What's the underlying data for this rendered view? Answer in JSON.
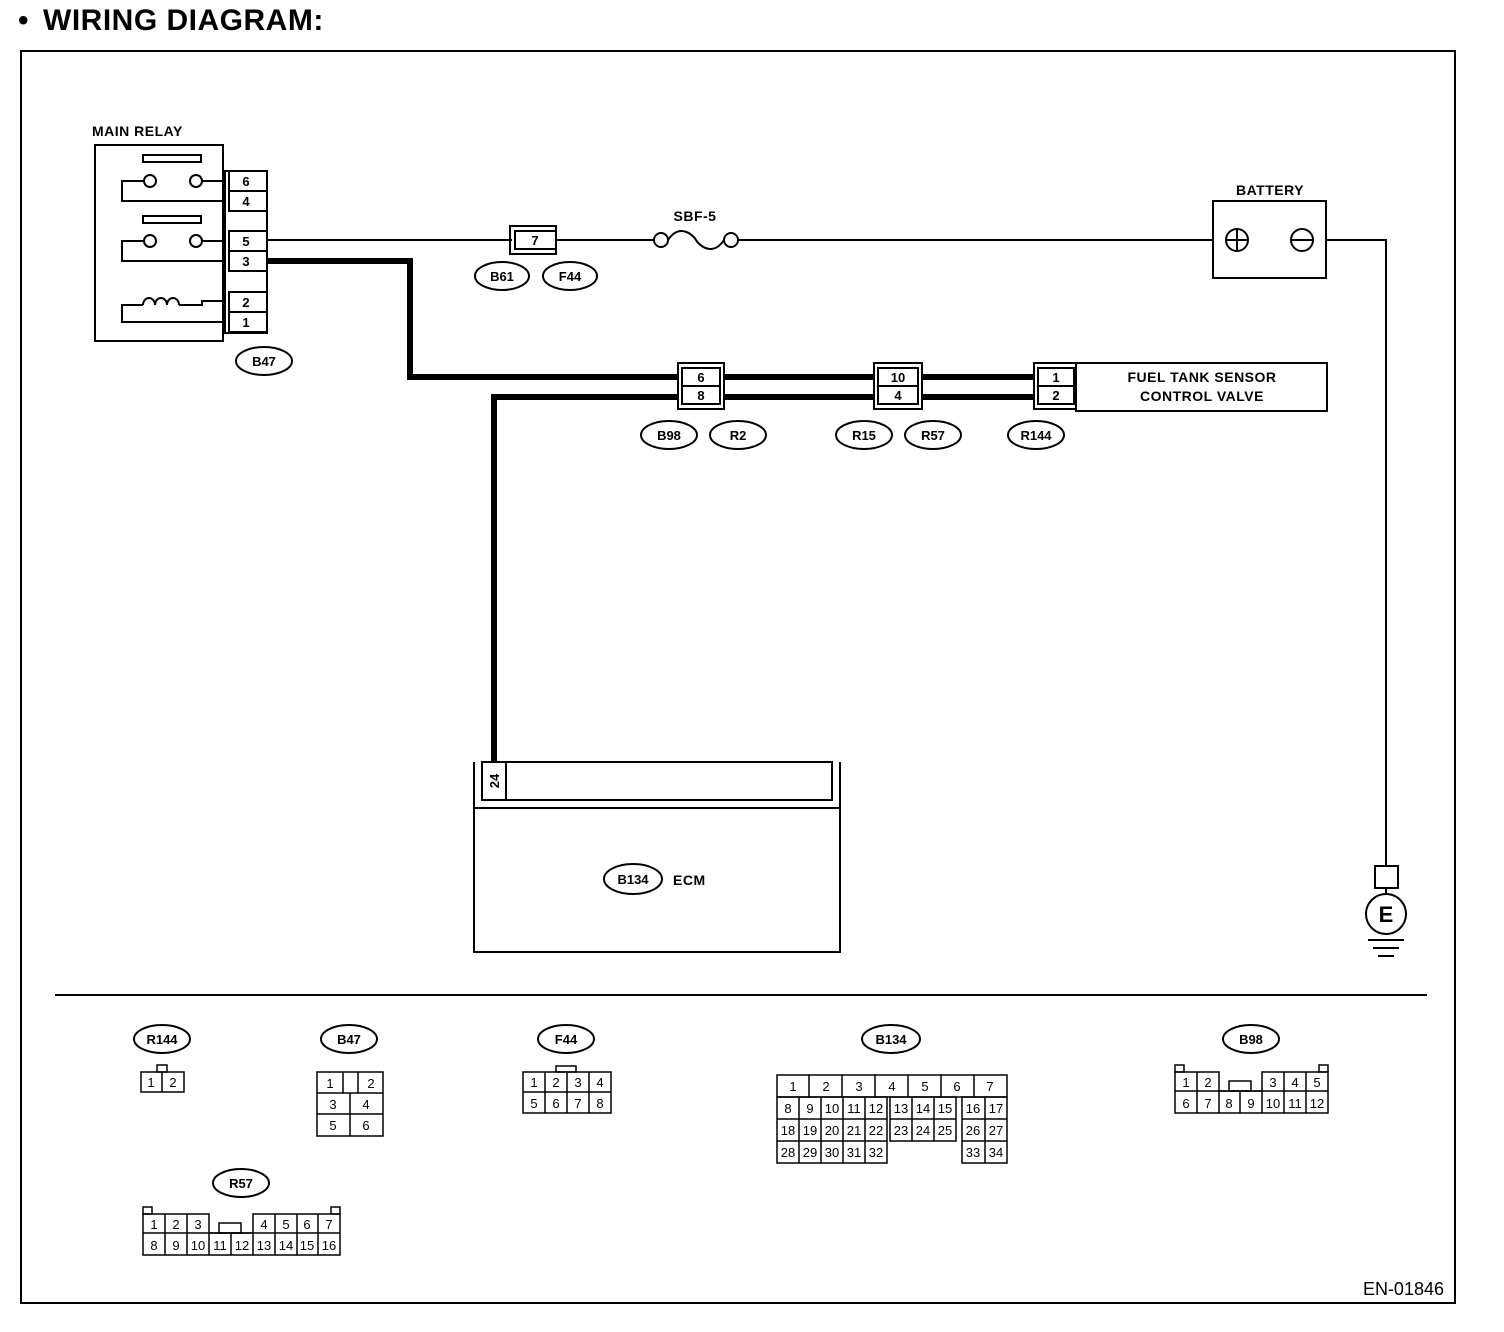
{
  "heading": {
    "bullet": "•",
    "title": "WIRING DIAGRAM:"
  },
  "components": {
    "main_relay": {
      "label": "MAIN RELAY",
      "pins": [
        "6",
        "4",
        "5",
        "3",
        "2",
        "1"
      ],
      "connector": "B47"
    },
    "fuse_connector": {
      "pin": "7",
      "connectors": [
        "B61",
        "F44"
      ]
    },
    "fuse": {
      "label": "SBF-5"
    },
    "battery": {
      "label": "BATTERY",
      "positive_symbol": "+",
      "negative_symbol": "−"
    },
    "junction_1": {
      "pins": [
        "6",
        "8"
      ],
      "connectors": [
        "B98",
        "R2"
      ]
    },
    "junction_2": {
      "pins": [
        "10",
        "4"
      ],
      "connectors": [
        "R15",
        "R57"
      ]
    },
    "fuel_tank_valve": {
      "label_line1": "FUEL TANK SENSOR",
      "label_line2": "CONTROL VALVE",
      "pins": [
        "1",
        "2"
      ],
      "connector": "R144"
    },
    "ecm": {
      "pin": "24",
      "connector": "B134",
      "label": "ECM"
    },
    "ground": {
      "label": "E"
    }
  },
  "connector_views": {
    "R144": {
      "name": "R144",
      "rows": [
        [
          "1",
          "2"
        ]
      ]
    },
    "B47": {
      "name": "B47",
      "rows": [
        [
          "1",
          "",
          "2"
        ],
        [
          "3",
          "4"
        ],
        [
          "5",
          "6"
        ]
      ]
    },
    "F44": {
      "name": "F44",
      "rows": [
        [
          "1",
          "2",
          "3",
          "4"
        ],
        [
          "5",
          "6",
          "7",
          "8"
        ]
      ]
    },
    "B134": {
      "name": "B134",
      "rows": [
        [
          "1",
          "2",
          "3",
          "4",
          "5",
          "6",
          "7"
        ],
        [
          "8",
          "9",
          "10",
          "11",
          "12",
          "13",
          "14",
          "15",
          "16",
          "17"
        ],
        [
          "18",
          "19",
          "20",
          "21",
          "22",
          "23",
          "24",
          "25",
          "26",
          "27"
        ],
        [
          "28",
          "29",
          "30",
          "31",
          "32",
          "33",
          "34"
        ]
      ]
    },
    "B98": {
      "name": "B98",
      "rows": [
        [
          "1",
          "2",
          "3",
          "4",
          "5"
        ],
        [
          "6",
          "7",
          "8",
          "9",
          "10",
          "11",
          "12"
        ]
      ]
    },
    "R57": {
      "name": "R57",
      "rows": [
        [
          "1",
          "2",
          "3",
          "4",
          "5",
          "6",
          "7"
        ],
        [
          "8",
          "9",
          "10",
          "11",
          "12",
          "13",
          "14",
          "15",
          "16"
        ]
      ]
    }
  },
  "figure_code": "EN-01846"
}
